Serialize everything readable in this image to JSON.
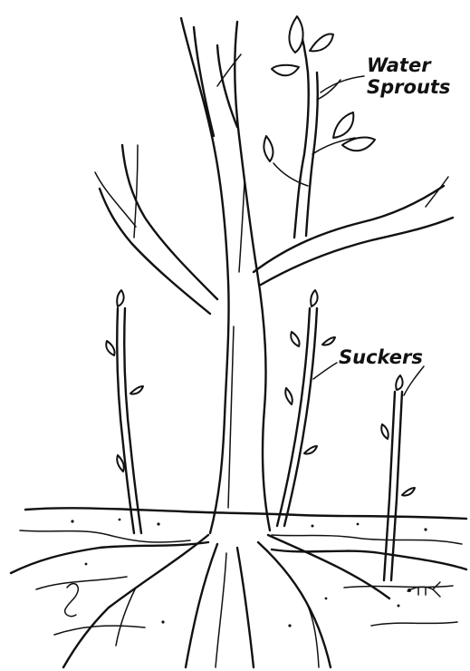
{
  "labels": {
    "water_sprouts_line1": "Water",
    "water_sprouts_line2": "Sprouts",
    "suckers": "Suckers"
  },
  "colors": {
    "ink": "#111111",
    "background": "#ffffff"
  }
}
